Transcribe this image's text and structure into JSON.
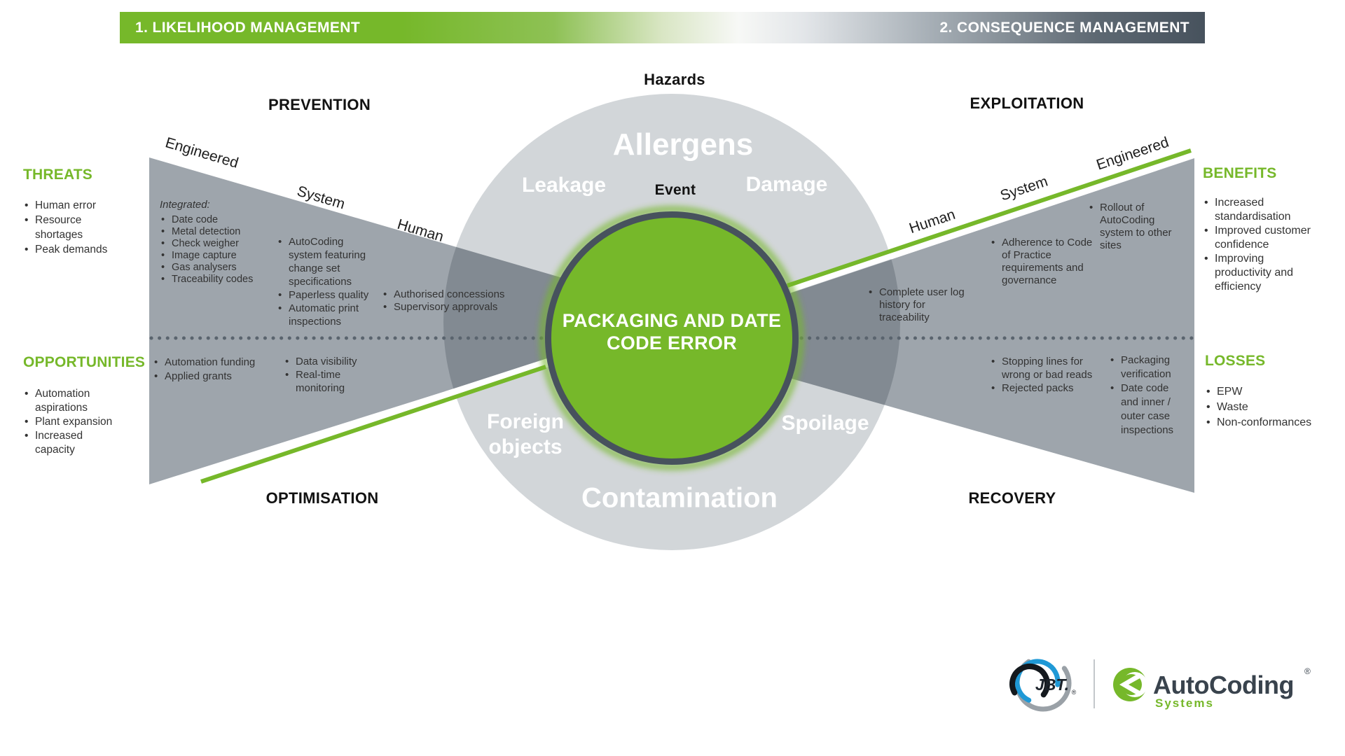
{
  "banner": {
    "left": "1. LIKELIHOOD MANAGEMENT",
    "right": "2. CONSEQUENCE MANAGEMENT"
  },
  "sections": {
    "prevention": "PREVENTION",
    "exploitation": "EXPLOITATION",
    "optimisation": "OPTIMISATION",
    "recovery": "RECOVERY"
  },
  "center": {
    "hazards_label": "Hazards",
    "event_label": "Event",
    "event_line1": "PACKAGING AND DATE",
    "event_line2": "CODE ERROR",
    "allergens": "Allergens",
    "leakage": "Leakage",
    "damage": "Damage",
    "foreign_objects": "Foreign objects",
    "spoilage": "Spoilage",
    "contamination": "Contamination"
  },
  "barriers": {
    "left": [
      "Engineered",
      "System",
      "Human"
    ],
    "right": [
      "Human",
      "System",
      "Engineered"
    ]
  },
  "threats": {
    "heading": "THREATS",
    "items": [
      "Human error",
      "Resource shortages",
      "Peak demands"
    ]
  },
  "prevention_cols": {
    "integrated_heading": "Integrated:",
    "integrated_items": [
      "Date code",
      "Metal detection",
      "Check weigher",
      "Image capture",
      "Gas analysers",
      "Traceability codes"
    ],
    "system_items": [
      "AutoCoding system featuring change set specifications",
      "Paperless quality",
      "Automatic print inspections"
    ],
    "human_items": [
      "Authorised concessions",
      "Supervisory approvals"
    ]
  },
  "opportunities": {
    "heading": "OPPORTUNITIES",
    "items": [
      "Automation aspirations",
      "Plant expansion",
      "Increased capacity"
    ]
  },
  "optimisation_cols": {
    "funding_items": [
      "Automation funding",
      "Applied grants"
    ],
    "data_items": [
      "Data visibility",
      "Real-time monitoring"
    ]
  },
  "exploitation_cols": {
    "human_items": [
      "Complete user log history for traceability"
    ],
    "system_items": [
      "Adherence to Code of Practice requirements and governance"
    ],
    "engineered_items": [
      "Rollout of AutoCoding system to other sites"
    ]
  },
  "benefits": {
    "heading": "BENEFITS",
    "items": [
      "Increased standardisation",
      "Improved customer confidence",
      "Improving productivity and efficiency"
    ]
  },
  "recovery_cols": {
    "stopping_items": [
      "Stopping lines for wrong or bad reads",
      "Rejected packs"
    ],
    "verification_items": [
      "Packaging verification",
      "Date code and inner / outer case inspections"
    ]
  },
  "losses": {
    "heading": "LOSSES",
    "items": [
      "EPW",
      "Waste",
      "Non-conformances"
    ]
  },
  "logos": {
    "jbt_text": "JBT.",
    "jbt_reg": "®",
    "autocoding_text": "AutoCoding",
    "autocoding_reg": "®",
    "systems_text": "Systems"
  },
  "colors": {
    "green": "#76b82a",
    "slate": "#47525d",
    "light_circle": "#d2d6d9",
    "trapezoid": "#9ea5ac",
    "dotted": "#5a646e"
  }
}
